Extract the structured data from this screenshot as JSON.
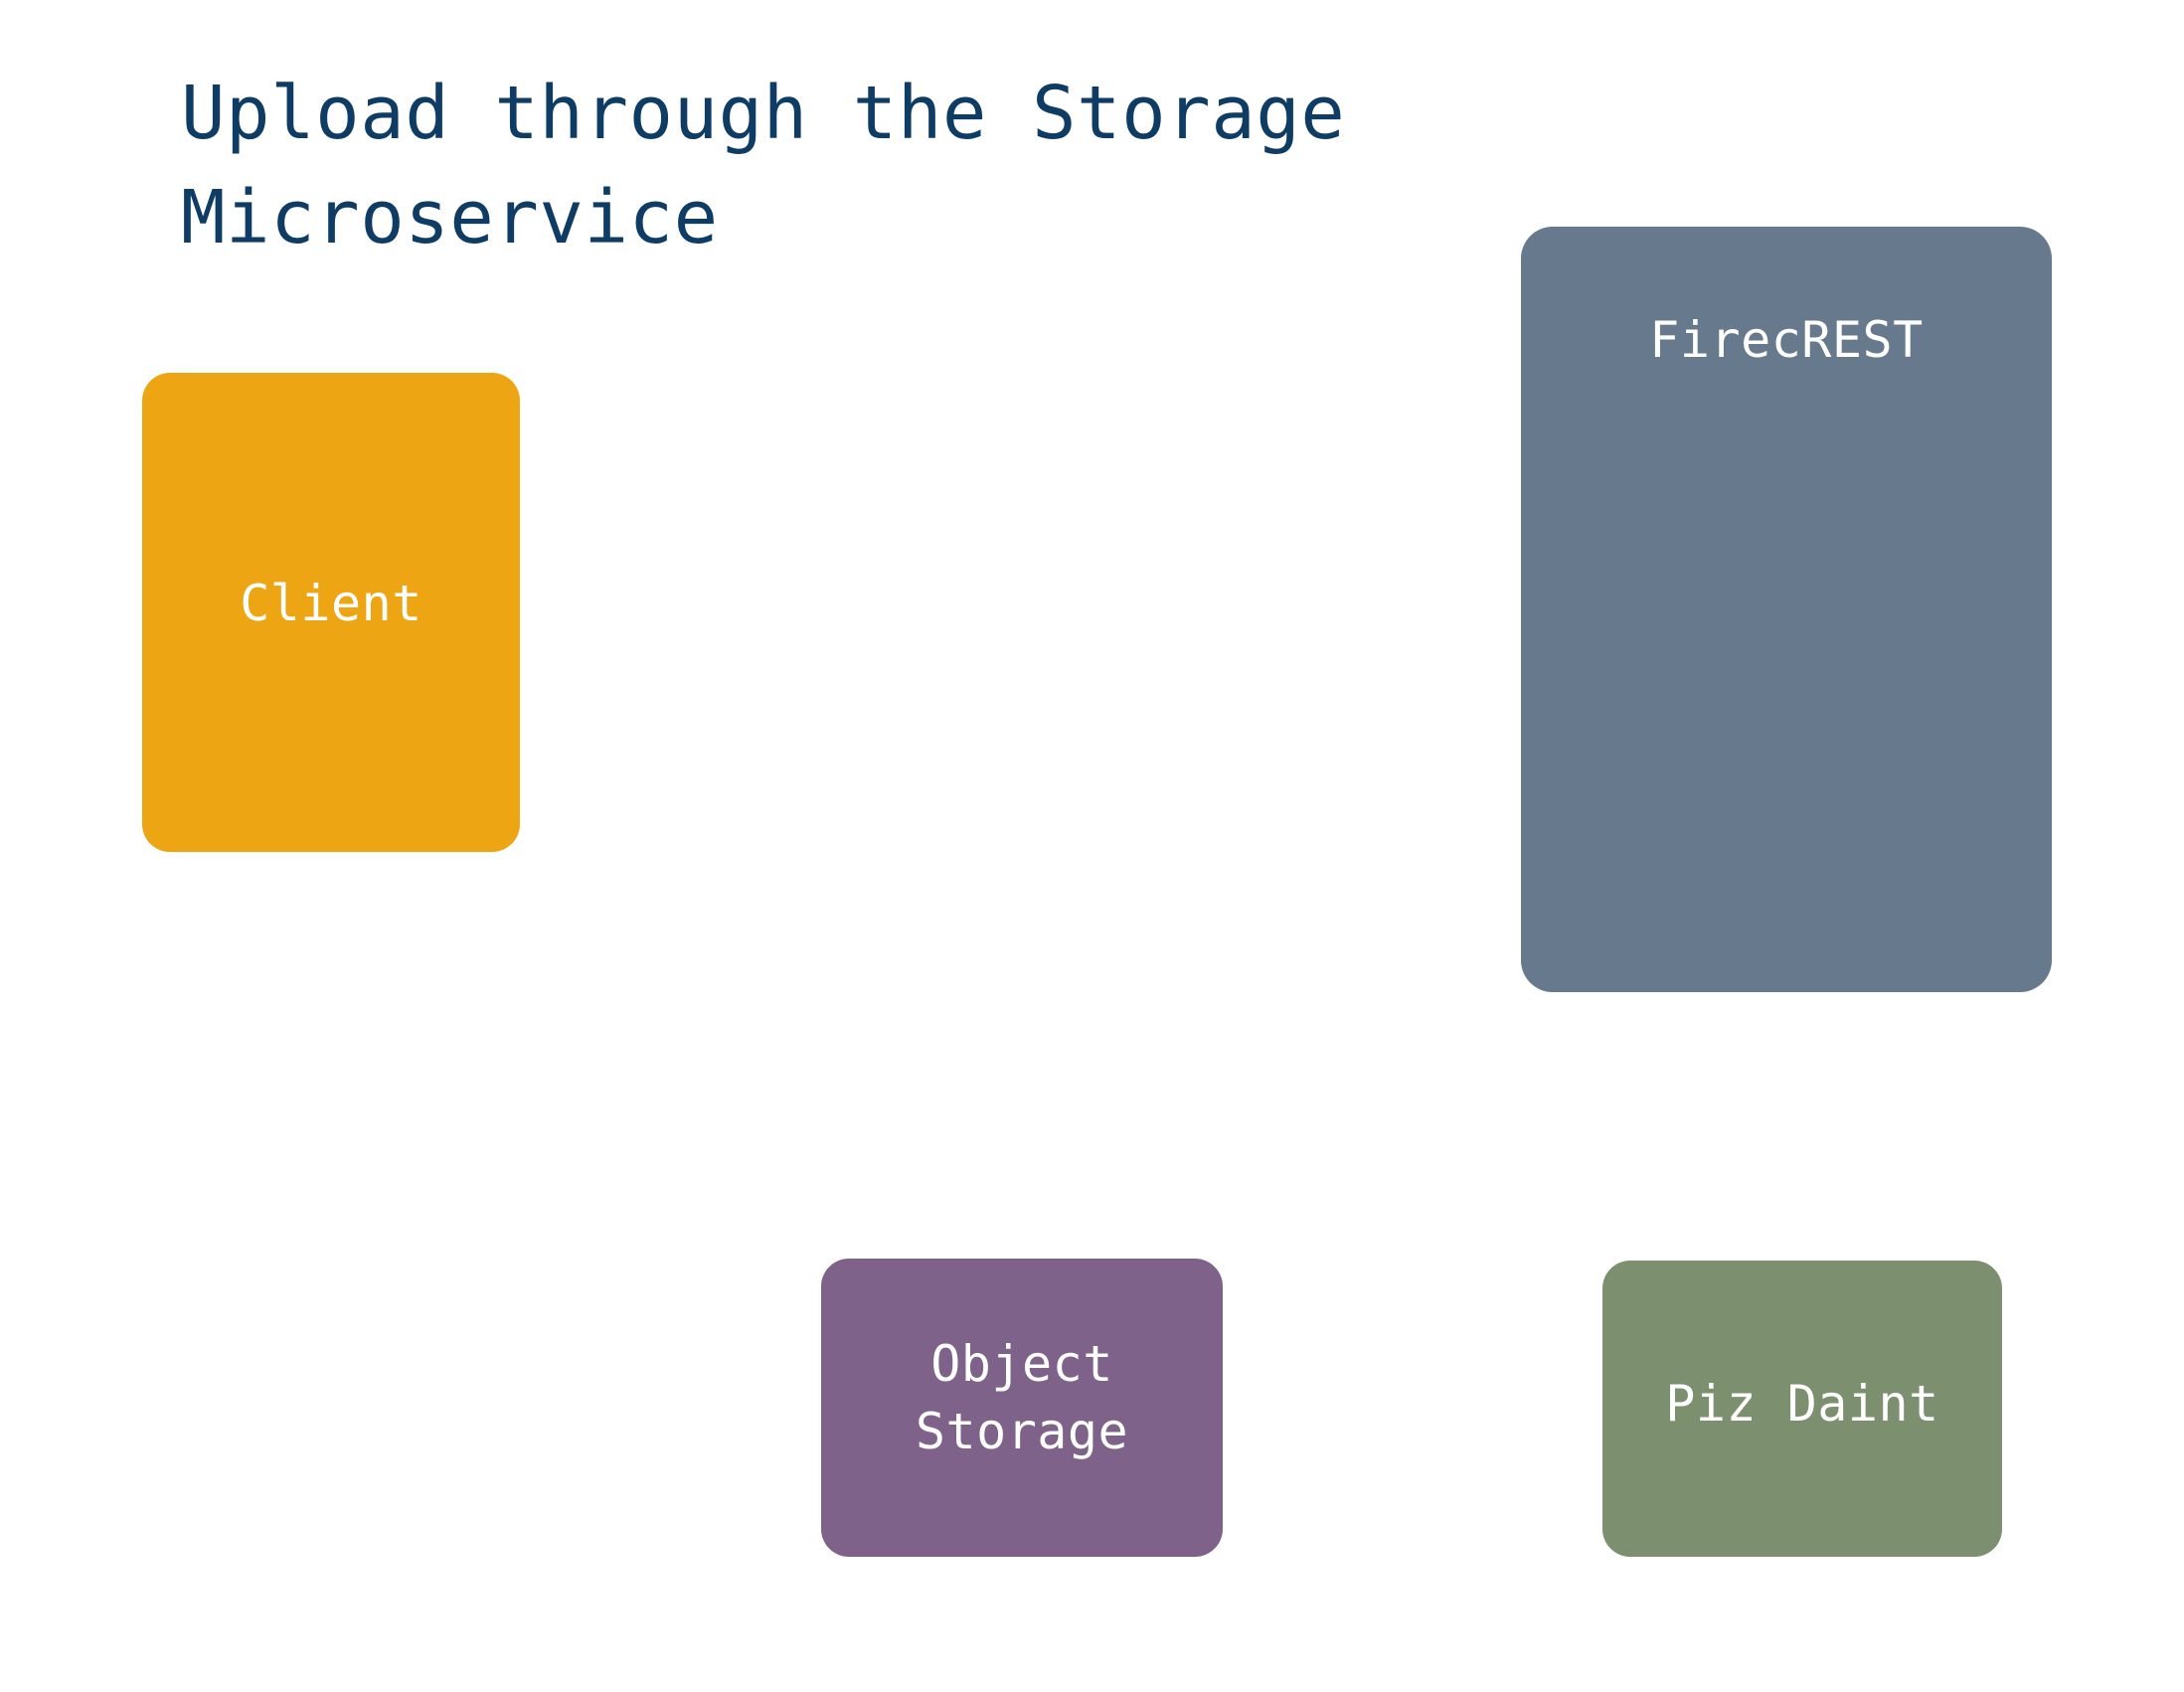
{
  "diagram": {
    "title": "Upload through the Storage\nMicroservice",
    "title_color": "#0E3C64",
    "background_color": "#FFFFFF",
    "nodes": [
      {
        "id": "client",
        "label": "Client",
        "color": "#EDA513",
        "text_color": "#FFFFFF"
      },
      {
        "id": "firecrest",
        "label": "FirecREST",
        "color": "#67798C",
        "text_color": "#FFFFFF"
      },
      {
        "id": "object_storage",
        "label": "Object\nStorage",
        "color": "#7E6289",
        "text_color": "#FFFFFF"
      },
      {
        "id": "piz_daint",
        "label": "Piz Daint",
        "color": "#7C9070",
        "text_color": "#FFFFFF"
      }
    ]
  }
}
